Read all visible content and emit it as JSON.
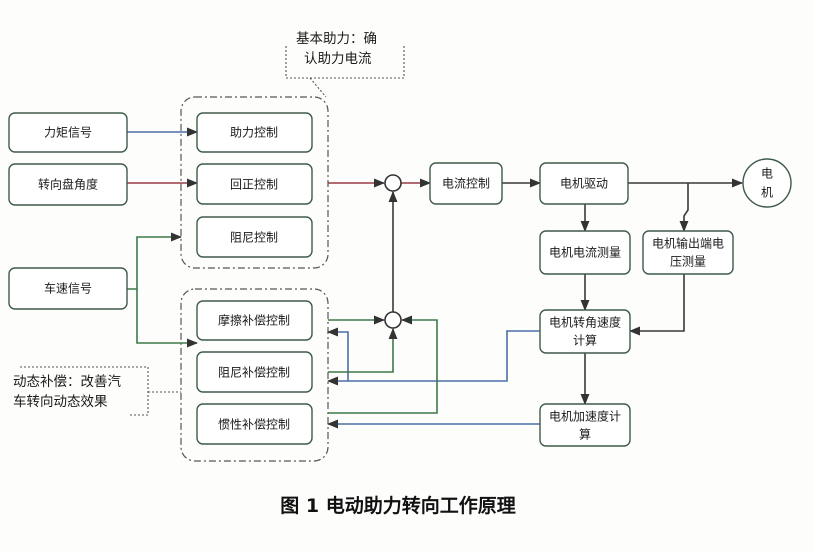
{
  "caption": "图 1  电动助力转向工作原理",
  "notes": {
    "basic_line1": "基本助力：确",
    "basic_line2": "认助力电流",
    "dyn_line1": "动态补偿：改善汽",
    "dyn_line2": "车转向动态效果"
  },
  "inputs": {
    "torque": "力矩信号",
    "steer_angle": "转向盘角度",
    "speed": "车速信号"
  },
  "controls": {
    "assist": "助力控制",
    "return": "回正控制",
    "damping": "阻尼控制",
    "friction_comp": "摩擦补偿控制",
    "damping_comp": "阻尼补偿控制",
    "inertia_comp": "惯性补偿控制"
  },
  "chain": {
    "current_ctrl": "电流控制",
    "motor_drive": "电机驱动",
    "motor_l1": "电",
    "motor_l2": "机",
    "current_meas": "电机电流测量",
    "volt_meas_l1": "电机输出端电",
    "volt_meas_l2": "压测量",
    "angvel_l1": "电机转角速度",
    "angvel_l2": "计算",
    "accel_l1": "电机加速度计",
    "accel_l2": "算"
  },
  "colors": {
    "wire_blue": "#4a6fa8",
    "wire_red": "#9a3b45",
    "wire_green": "#3f7a4a",
    "box_stroke": "#3e5a4a"
  }
}
